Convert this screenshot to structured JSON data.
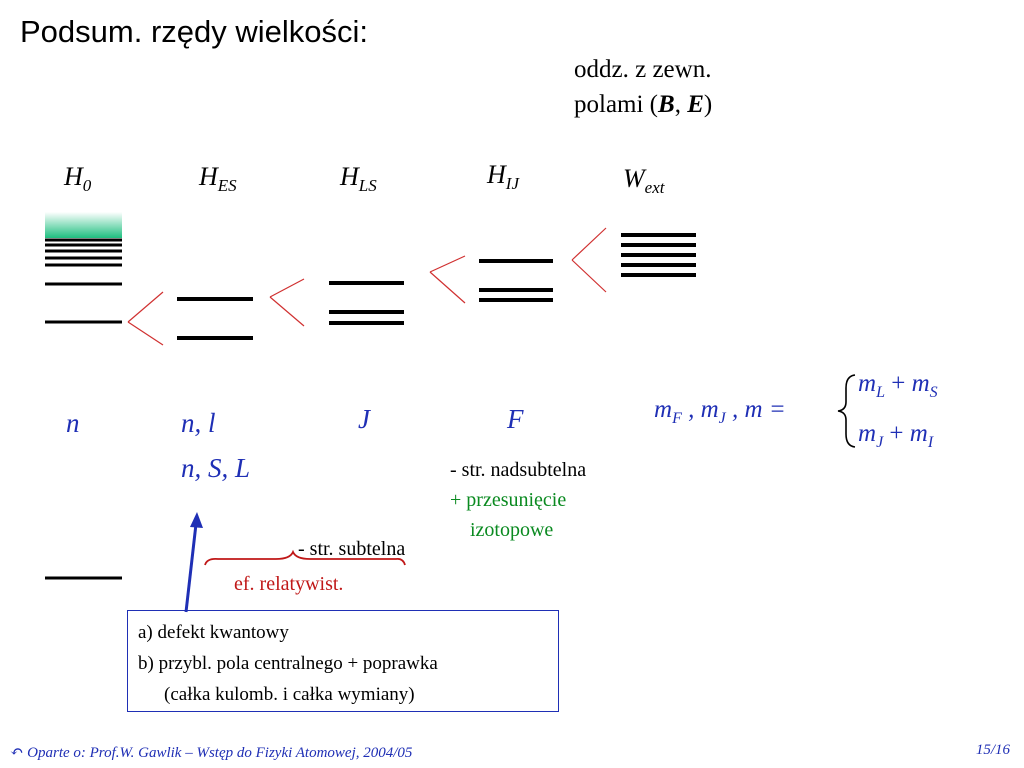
{
  "title": "Podsum. rzędy wielkości:",
  "external": {
    "line1": "oddz. z zewn.",
    "line2_pre": "polami (",
    "b": "B",
    "sep": ", ",
    "e": "E",
    "line2_post": ")"
  },
  "hamiltonians": [
    {
      "base": "H",
      "sub": "0"
    },
    {
      "base": "H",
      "sub": "ES"
    },
    {
      "base": "H",
      "sub": "LS"
    },
    {
      "base": "H",
      "sub": "IJ"
    },
    {
      "base": "W",
      "sub": "ext"
    }
  ],
  "quantum_numbers": {
    "n": "n",
    "nl": "n, l",
    "nsl": "n, S, L",
    "j": "J",
    "f": "F"
  },
  "formula": {
    "lhs": "m",
    "lhs_sub1": "F",
    "lhs_mid": " , m",
    "lhs_sub2": "J",
    "lhs_end": " , m =",
    "row1_a": "m",
    "row1_a_sub": "L",
    "row1_op": " + ",
    "row1_b": "m",
    "row1_b_sub": "S",
    "row2_a": "m",
    "row2_a_sub": "J",
    "row2_op": " + ",
    "row2_b": "m",
    "row2_b_sub": "I"
  },
  "notes": {
    "hyperfine": "- str. nadsubtelna",
    "isotope1": "+ przesunięcie",
    "isotope2": "izotopowe",
    "fine": "- str. subtelna",
    "relativistic": "ef. relatywist."
  },
  "box": {
    "line1": "a) defekt kwantowy",
    "line2": "b) przybl. pola centralnego + poprawka",
    "line3": "(całka kulomb. i całka wymiany)"
  },
  "footer": {
    "text": "Oparte o: Prof.W. Gawlik – Wstęp do Fizyki Atomowej, 2004/05",
    "page": "15/16"
  },
  "colors": {
    "blue": "#1f2fb5",
    "red": "#c01818",
    "green": "#0a8a20",
    "gradient_top": "#ffffff",
    "gradient_bottom": "#1fbf80"
  }
}
